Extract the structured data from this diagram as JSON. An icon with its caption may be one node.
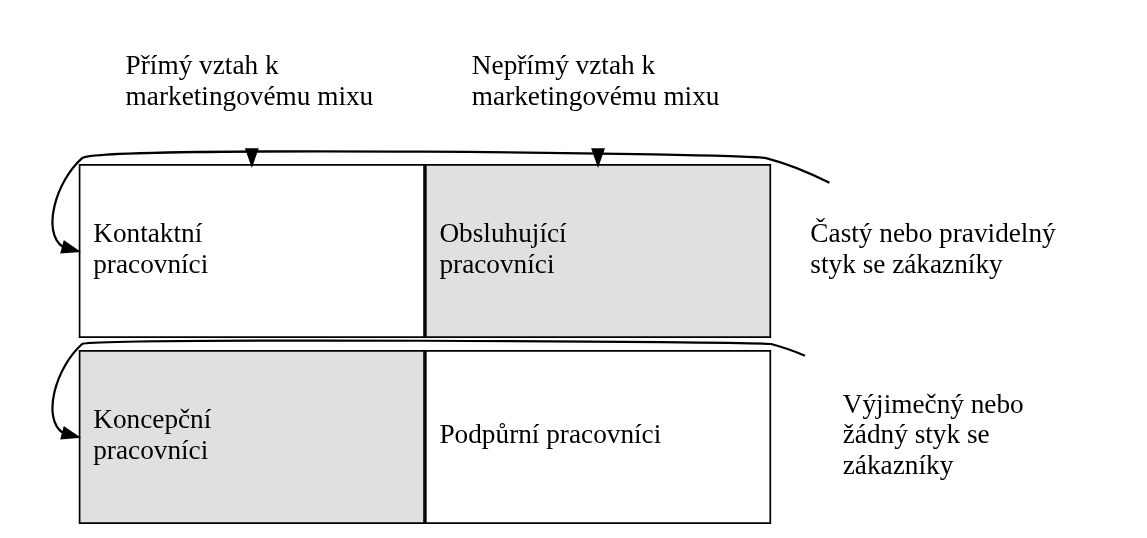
{
  "diagram": {
    "nodes": [
      {
        "text": [
          "Přímý vztah k marketingovému mixu"
        ]
      },
      {
        "text": [
          "Nepřímý vztah k marketingovému mixu"
        ]
      },
      {
        "text": [
          "Častý nebo pravidelný styk se zákazníky"
        ]
      },
      {
        "text": [
          "Výjimečný nebo žádný styk se zákazníky"
        ]
      },
      {
        "text": [
          "Kontaktní pracovníci"
        ]
      },
      {
        "text": [
          "Obsluhující pracovníci"
        ]
      },
      {
        "text": [
          "Koncepční pracovníci"
        ]
      },
      {
        "text": [
          "Podpůrní pracovníci"
        ]
      }
    ],
    "edges": [
      {
        "from": 0,
        "to": 4,
        "arrow": "to"
      },
      {
        "from": 1,
        "to": 5,
        "arrow": "to"
      },
      {
        "from": 2,
        "to": 4,
        "arrow": "to"
      },
      {
        "from": 3,
        "to": 6,
        "arrow": "to"
      }
    ]
  }
}
